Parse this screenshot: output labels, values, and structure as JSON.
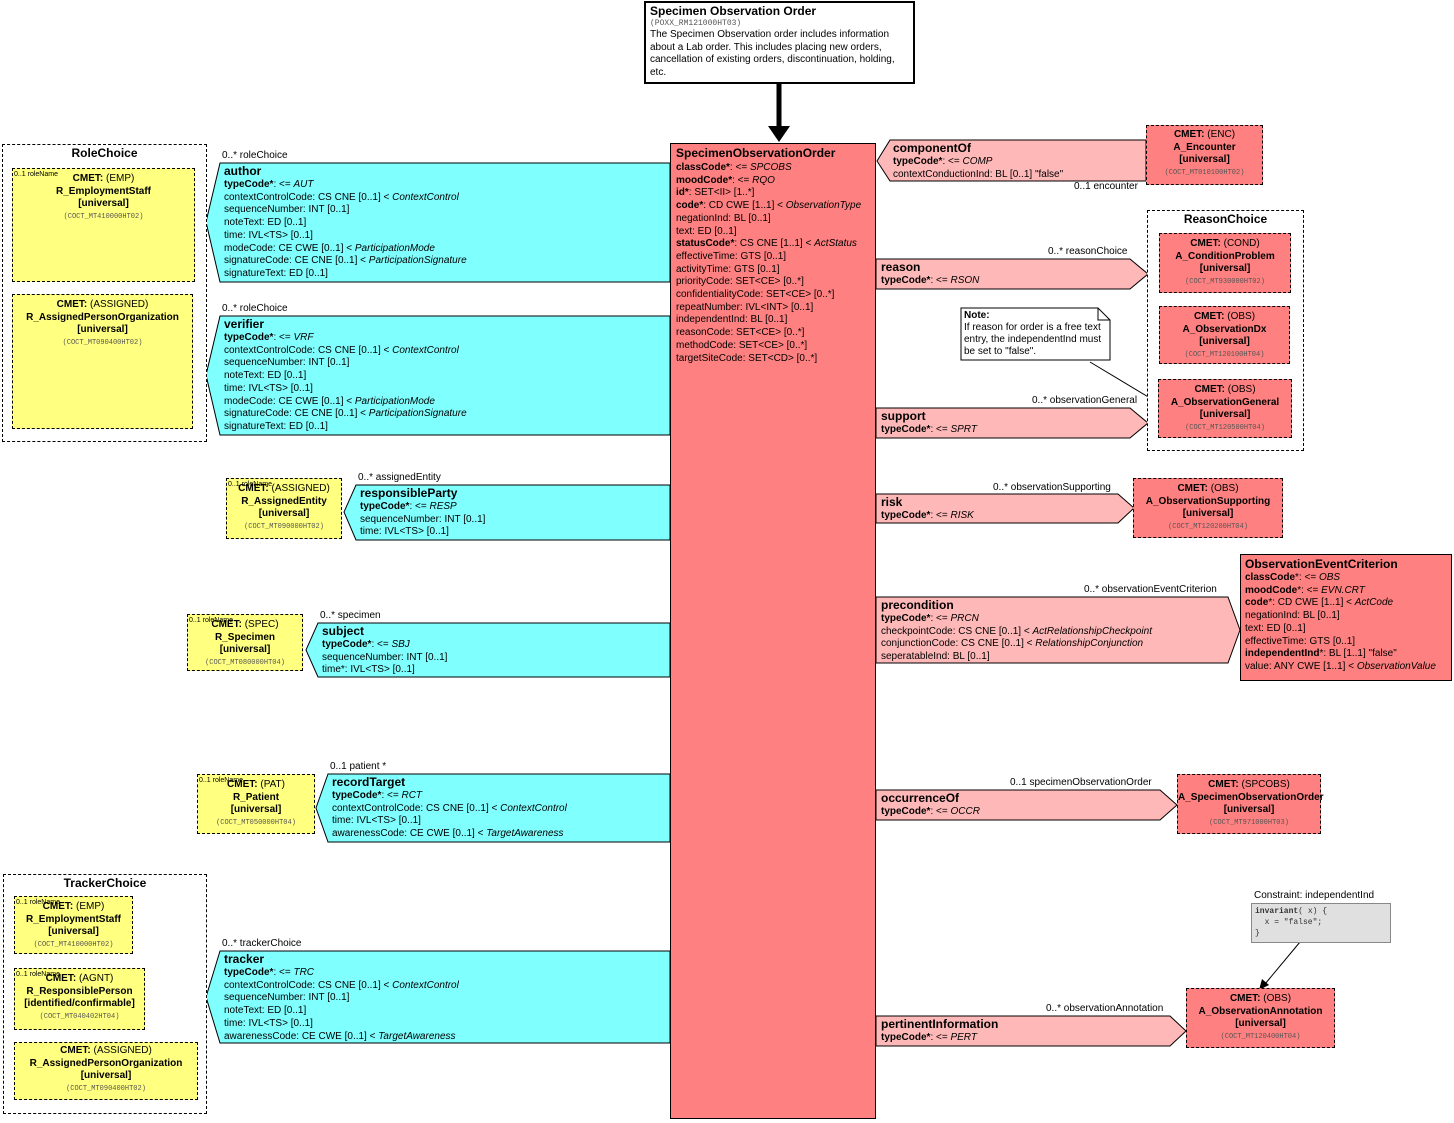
{
  "title_box": {
    "title": "Specimen Observation Order",
    "id": "(POXX_RM121000HT03)",
    "description": "The Specimen Observation order includes information about a Lab order.  This includes placing new orders, cancellation of existing orders, discontinuation, holding, etc."
  },
  "main_class": {
    "name": "SpecimenObservationOrder",
    "attributes": [
      {
        "name": "classCode",
        "req": "*",
        "rest": ": <= ",
        "ital": "SPCOBS",
        "bold": true
      },
      {
        "name": "moodCode",
        "req": "*",
        "rest": ": <= ",
        "ital": "RQO",
        "bold": true
      },
      {
        "name": "id",
        "req": "*",
        "rest": ": SET<II> [1..*]",
        "ital": "",
        "bold": true
      },
      {
        "name": "code",
        "req": "*",
        "rest": ": CD CWE [1..1] < ",
        "ital": "ObservationType",
        "bold": true
      },
      {
        "name": "negationInd",
        "req": "",
        "rest": ": BL [0..1]",
        "ital": "",
        "bold": false
      },
      {
        "name": "text",
        "req": "",
        "rest": ": ED [0..1]",
        "ital": "",
        "bold": false
      },
      {
        "name": "statusCode",
        "req": "*",
        "rest": ": CS CNE [1..1] < ",
        "ital": "ActStatus",
        "bold": true
      },
      {
        "name": "effectiveTime",
        "req": "",
        "rest": ": GTS [0..1]",
        "ital": "",
        "bold": false
      },
      {
        "name": "activityTime",
        "req": "",
        "rest": ": GTS [0..1]",
        "ital": "",
        "bold": false
      },
      {
        "name": "priorityCode",
        "req": "",
        "rest": ": SET<CE> [0..*]",
        "ital": "",
        "bold": false
      },
      {
        "name": "confidentialityCode",
        "req": "",
        "rest": ": SET<CE> [0..*]",
        "ital": "",
        "bold": false
      },
      {
        "name": "repeatNumber",
        "req": "",
        "rest": ": IVL<INT> [0..1]",
        "ital": "",
        "bold": false
      },
      {
        "name": "independentInd",
        "req": "",
        "rest": ": BL [0..1]",
        "ital": "",
        "bold": false
      },
      {
        "name": "reasonCode",
        "req": "",
        "rest": ": SET<CE> [0..*]",
        "ital": "",
        "bold": false
      },
      {
        "name": "methodCode",
        "req": "",
        "rest": ": SET<CE> [0..*]",
        "ital": "",
        "bold": false
      },
      {
        "name": "targetSiteCode",
        "req": "",
        "rest": ": SET<CD> [0..*]",
        "ital": "",
        "bold": false
      }
    ]
  },
  "left_participations": [
    {
      "key": "author",
      "name": "author",
      "label": "0..* roleChoice",
      "lines": [
        [
          "typeCode*: <= ",
          "AUT"
        ],
        [
          "contextControlCode: CS CNE [0..1] < ",
          "ContextControl"
        ],
        [
          "sequenceNumber: INT [0..1]",
          ""
        ],
        [
          "noteText: ED [0..1]",
          ""
        ],
        [
          "time: IVL<TS> [0..1]",
          ""
        ],
        [
          "modeCode: CE CWE [0..1] < ",
          "ParticipationMode"
        ],
        [
          "signatureCode: CE CNE [0..1] < ",
          "ParticipationSignature"
        ],
        [
          "signatureText: ED [0..1]",
          ""
        ]
      ]
    },
    {
      "key": "verifier",
      "name": "verifier",
      "label": "0..* roleChoice",
      "lines": [
        [
          "typeCode*: <= ",
          "VRF"
        ],
        [
          "contextControlCode: CS CNE [0..1] < ",
          "ContextControl"
        ],
        [
          "sequenceNumber: INT [0..1]",
          ""
        ],
        [
          "noteText: ED [0..1]",
          ""
        ],
        [
          "time: IVL<TS> [0..1]",
          ""
        ],
        [
          "modeCode: CE CWE [0..1] < ",
          "ParticipationMode"
        ],
        [
          "signatureCode: CE CNE [0..1] < ",
          "ParticipationSignature"
        ],
        [
          "signatureText: ED [0..1]",
          ""
        ]
      ]
    },
    {
      "key": "responsibleParty",
      "name": "responsibleParty",
      "label": "0..* assignedEntity",
      "lines": [
        [
          "typeCode*: <= ",
          "RESP"
        ],
        [
          "sequenceNumber: INT [0..1]",
          ""
        ],
        [
          "time: IVL<TS> [0..1]",
          ""
        ]
      ]
    },
    {
      "key": "subject",
      "name": "subject",
      "label": "0..* specimen",
      "lines": [
        [
          "typeCode*: <= ",
          "SBJ"
        ],
        [
          "sequenceNumber: INT [0..1]",
          ""
        ],
        [
          "time*: IVL<TS> [0..1]",
          ""
        ]
      ]
    },
    {
      "key": "recordTarget",
      "name": "recordTarget",
      "label": "0..1 patient  *",
      "lines": [
        [
          "typeCode*: <= ",
          "RCT"
        ],
        [
          "contextControlCode: CS CNE [0..1] < ",
          "ContextControl"
        ],
        [
          "time: IVL<TS> [0..1]",
          ""
        ],
        [
          "awarenessCode: CE CWE [0..1] < ",
          "TargetAwareness"
        ]
      ]
    },
    {
      "key": "tracker",
      "name": "tracker",
      "label": "0..* trackerChoice",
      "lines": [
        [
          "typeCode*: <= ",
          "TRC"
        ],
        [
          "contextControlCode: CS CNE [0..1] < ",
          "ContextControl"
        ],
        [
          "sequenceNumber: INT [0..1]",
          ""
        ],
        [
          "noteText: ED [0..1]",
          ""
        ],
        [
          "time: IVL<TS> [0..1]",
          ""
        ],
        [
          "awarenessCode: CE CWE [0..1] < ",
          "TargetAwareness"
        ]
      ]
    }
  ],
  "right_relationships": [
    {
      "key": "componentOf",
      "name": "componentOf",
      "label": "0..1 encounter",
      "lines": [
        [
          "typeCode*: <= ",
          "COMP"
        ],
        [
          "contextConductionInd: BL [0..1] \"false\"",
          ""
        ]
      ]
    },
    {
      "key": "reason",
      "name": "reason",
      "label": "0..* reasonChoice",
      "lines": [
        [
          "typeCode*: <= ",
          "RSON"
        ]
      ]
    },
    {
      "key": "support",
      "name": "support",
      "label": "0..* observationGeneral",
      "lines": [
        [
          "typeCode*: <= ",
          "SPRT"
        ]
      ]
    },
    {
      "key": "risk",
      "name": "risk",
      "label": "0..* observationSupporting",
      "lines": [
        [
          "typeCode*: <= ",
          "RISK"
        ]
      ]
    },
    {
      "key": "precondition",
      "name": "precondition",
      "label": "0..* observationEventCriterion",
      "lines": [
        [
          "typeCode*: <= ",
          "PRCN"
        ],
        [
          "checkpointCode: CS CNE [0..1] < ",
          "ActRelationshipCheckpoint"
        ],
        [
          "conjunctionCode: CS CNE [0..1] < ",
          "RelationshipConjunction"
        ],
        [
          "seperatableInd: BL [0..1]",
          ""
        ]
      ]
    },
    {
      "key": "occurrenceOf",
      "name": "occurrenceOf",
      "label": "0..1 specimenObservationOrder",
      "lines": [
        [
          "typeCode*: <= ",
          "OCCR"
        ]
      ]
    },
    {
      "key": "pertinentInformation",
      "name": "pertinentInformation",
      "label": "0..* observationAnnotation",
      "lines": [
        [
          "typeCode*: <= ",
          "PERT"
        ]
      ]
    }
  ],
  "choices": {
    "role_choice": "RoleChoice",
    "reason_choice": "ReasonChoice",
    "tracker_choice": "TrackerChoice"
  },
  "cmets_left": [
    {
      "key": "emp1",
      "role_name": "0..1 roleName",
      "code": "(EMP)",
      "name": "R_EmploymentStaff",
      "flavor": "[universal]",
      "id": "(COCT_MT410000HT02)"
    },
    {
      "key": "assigned1",
      "role_name": "",
      "code": "(ASSIGNED)",
      "name": "R_AssignedPersonOrganization",
      "flavor": "[universal]",
      "id": "(COCT_MT090400HT02)"
    },
    {
      "key": "assignedEntity",
      "role_name": "0..1 roleName",
      "code": "(ASSIGNED)",
      "name": "R_AssignedEntity",
      "flavor": "[universal]",
      "id": "(COCT_MT090000HT02)"
    },
    {
      "key": "specimen",
      "role_name": "0..1 roleName",
      "code": "(SPEC)",
      "name": "R_Specimen",
      "flavor": "[universal]",
      "id": "(COCT_MT080000HT04)"
    },
    {
      "key": "patient",
      "role_name": "0..1 roleName",
      "code": "(PAT)",
      "name": "R_Patient",
      "flavor": "[universal]",
      "id": "(COCT_MT050000HT04)"
    },
    {
      "key": "emp2",
      "role_name": "0..1 roleName",
      "code": "(EMP)",
      "name": "R_EmploymentStaff",
      "flavor": "[universal]",
      "id": "(COCT_MT410000HT02)"
    },
    {
      "key": "agnt",
      "role_name": "0..1 roleName",
      "code": "(AGNT)",
      "name": "R_ResponsiblePerson",
      "flavor": "[identified/confirmable]",
      "id": "(COCT_MT040402HT04)"
    },
    {
      "key": "assigned2",
      "role_name": "",
      "code": "(ASSIGNED)",
      "name": "R_AssignedPersonOrganization",
      "flavor": "[universal]",
      "id": "(COCT_MT090400HT02)"
    }
  ],
  "cmets_right": [
    {
      "key": "encounter",
      "code": "(ENC)",
      "name": "A_Encounter",
      "flavor": "[universal]",
      "id": "(COCT_MT010100HT02)"
    },
    {
      "key": "cond",
      "code": "(COND)",
      "name": "A_ConditionProblem",
      "flavor": "[universal]",
      "id": "(COCT_MT930000HT02)"
    },
    {
      "key": "obsdx",
      "code": "(OBS)",
      "name": "A_ObservationDx",
      "flavor": "[universal]",
      "id": "(COCT_MT120100HT04)"
    },
    {
      "key": "obsgen",
      "code": "(OBS)",
      "name": "A_ObservationGeneral",
      "flavor": "[universal]",
      "id": "(COCT_MT120500HT04)"
    },
    {
      "key": "obssup",
      "code": "(OBS)",
      "name": "A_ObservationSupporting",
      "flavor": "[universal]",
      "id": "(COCT_MT120200HT04)"
    },
    {
      "key": "spcobs",
      "code": "(SPCOBS)",
      "name": "A_SpecimenObservationOrder",
      "flavor": "[universal]",
      "id": "(COCT_MT971000HT03)"
    },
    {
      "key": "obsann",
      "code": "(OBS)",
      "name": "A_ObservationAnnotation",
      "flavor": "[universal]",
      "id": "(COCT_MT120400HT04)"
    }
  ],
  "cmet_prefix": "CMET:",
  "event_criterion": {
    "name": "ObservationEventCriterion",
    "lines": [
      {
        "name": "classCode",
        "rest": "*: <= ",
        "ital": "OBS",
        "bold": true
      },
      {
        "name": "moodCode",
        "rest": "*: <= ",
        "ital": "EVN.CRT",
        "bold": true
      },
      {
        "name": "code",
        "rest": "*: CD CWE [1..1] < ",
        "ital": "ActCode",
        "bold": true
      },
      {
        "name": "negationInd",
        "rest": ": BL [0..1]",
        "ital": "",
        "bold": false
      },
      {
        "name": "text",
        "rest": ": ED [0..1]",
        "ital": "",
        "bold": false
      },
      {
        "name": "effectiveTime",
        "rest": ": GTS [0..1]",
        "ital": "",
        "bold": false
      },
      {
        "name": "independentInd",
        "rest": "*: BL [1..1] \"false\"",
        "ital": "",
        "bold": true
      },
      {
        "name": "value",
        "rest": ": ANY CWE [1..1] < ",
        "ital": "ObservationValue",
        "bold": false
      }
    ]
  },
  "note": {
    "title": "Note:",
    "text": "If reason for order is a free text entry, the independentInd must be set to \"false\"."
  },
  "constraint": {
    "title": "Constraint: independentInd",
    "code_kw": "invariant",
    "code_1": "( x) {",
    "code_2": "  x = \"false\";",
    "code_3": "}"
  }
}
